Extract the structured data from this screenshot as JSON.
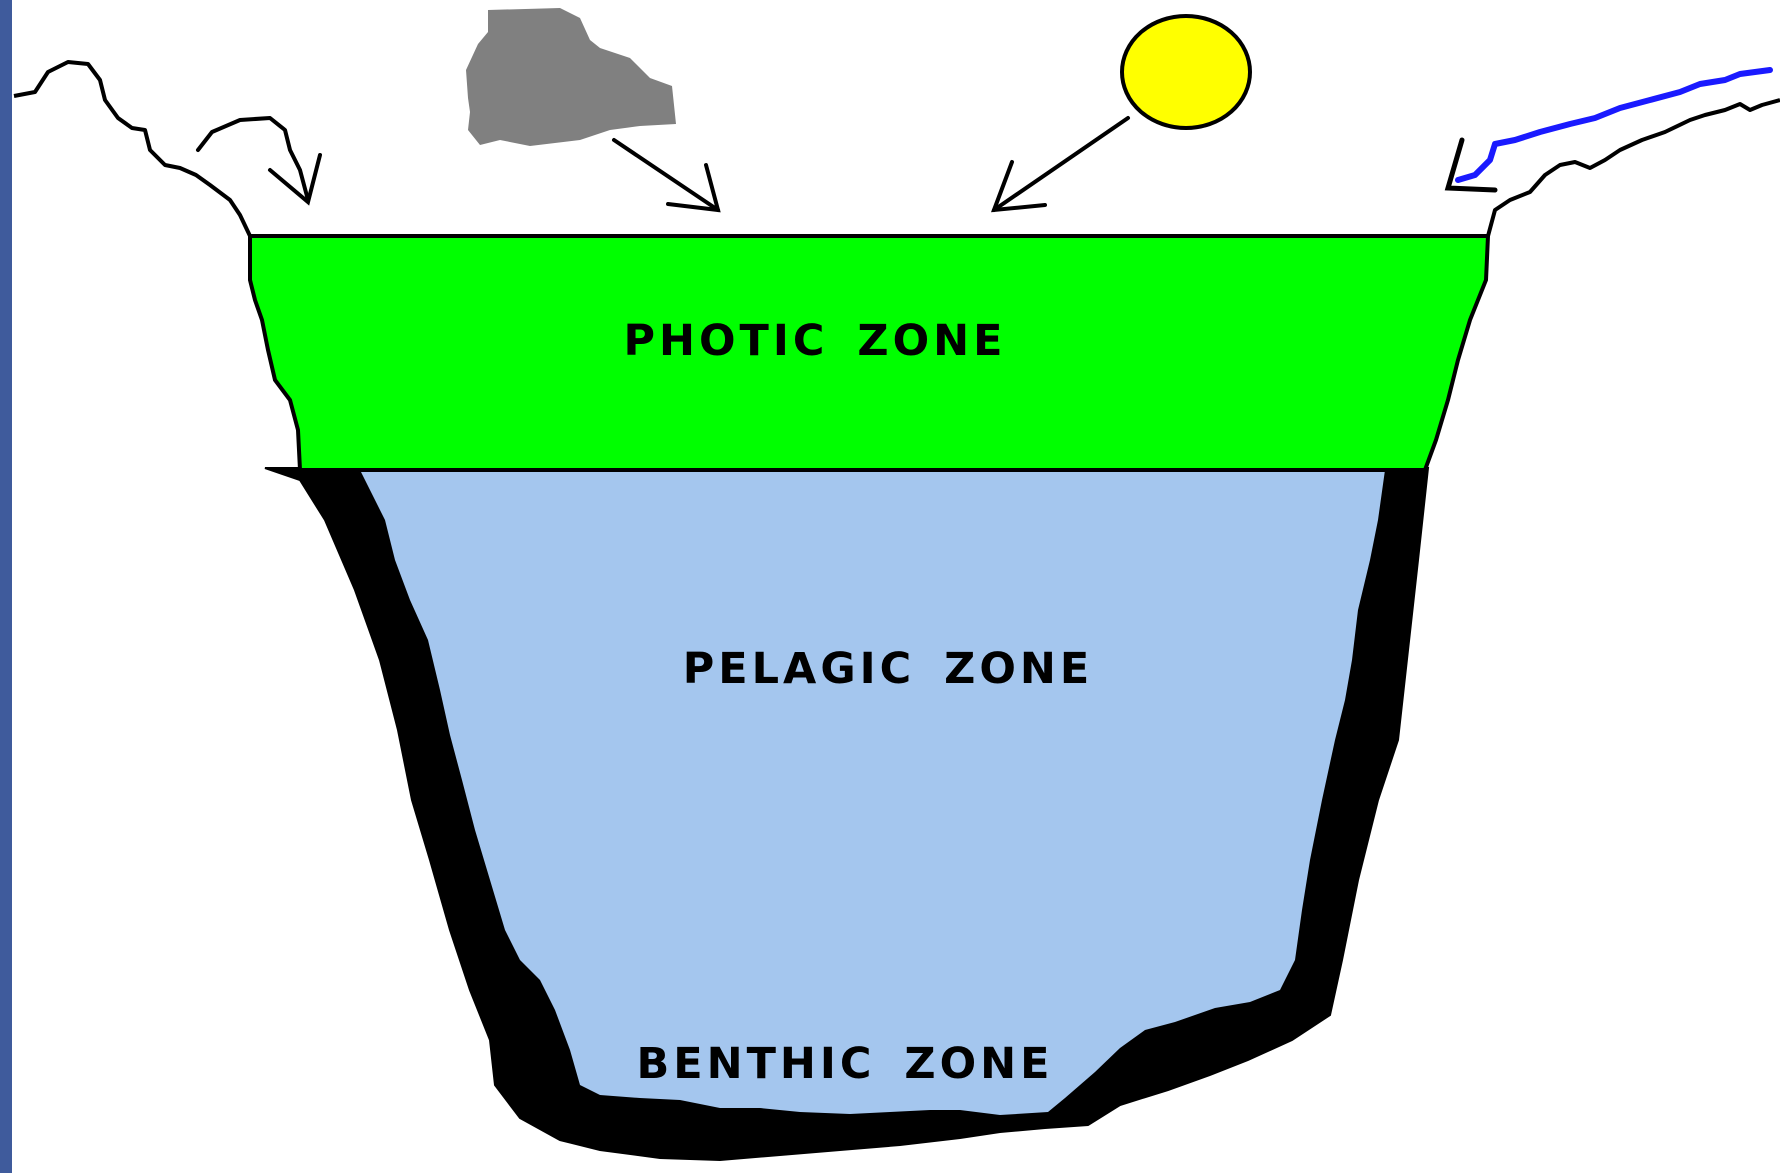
{
  "diagram": {
    "zones": {
      "photic": "PHOTIC ZONE",
      "pelagic": "PELAGIC ZONE",
      "benthic": "BENTHIC ZONE"
    },
    "colors": {
      "frame_edge": "#3f5b9c",
      "photic_fill": "#00ff00",
      "pelagic_fill": "#a4c6ee",
      "bed_fill": "#000000",
      "cloud_fill": "#808080",
      "sun_fill": "#ffff00",
      "stream": "#1a1aff",
      "outline": "#000000"
    },
    "icons": {
      "cloud": "cloud-icon",
      "sun": "sun-icon"
    }
  }
}
